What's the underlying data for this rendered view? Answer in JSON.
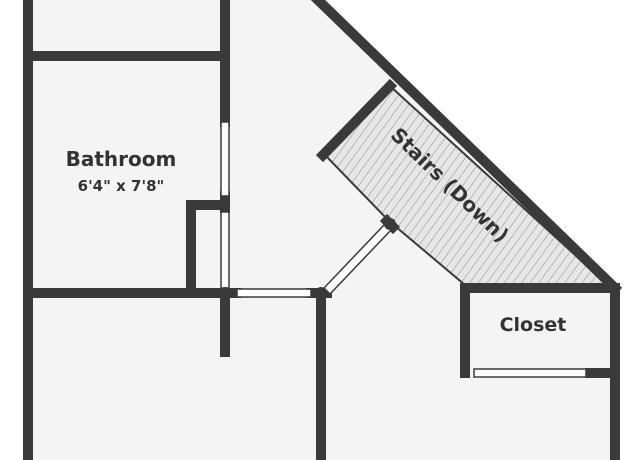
{
  "rooms": {
    "bathroom": {
      "name": "Bathroom",
      "dimensions": "6'4\" x 7'8\""
    },
    "stairs": {
      "name": "Stairs (Down)"
    },
    "closet": {
      "name": "Closet"
    }
  },
  "colors": {
    "background": "#ffffff",
    "floor": "#f4f4f4",
    "wall": "#3a3a3a",
    "stairs_fill": "#e6e6e6",
    "stairs_hatch": "#8a8a8a",
    "text": "#333333"
  }
}
